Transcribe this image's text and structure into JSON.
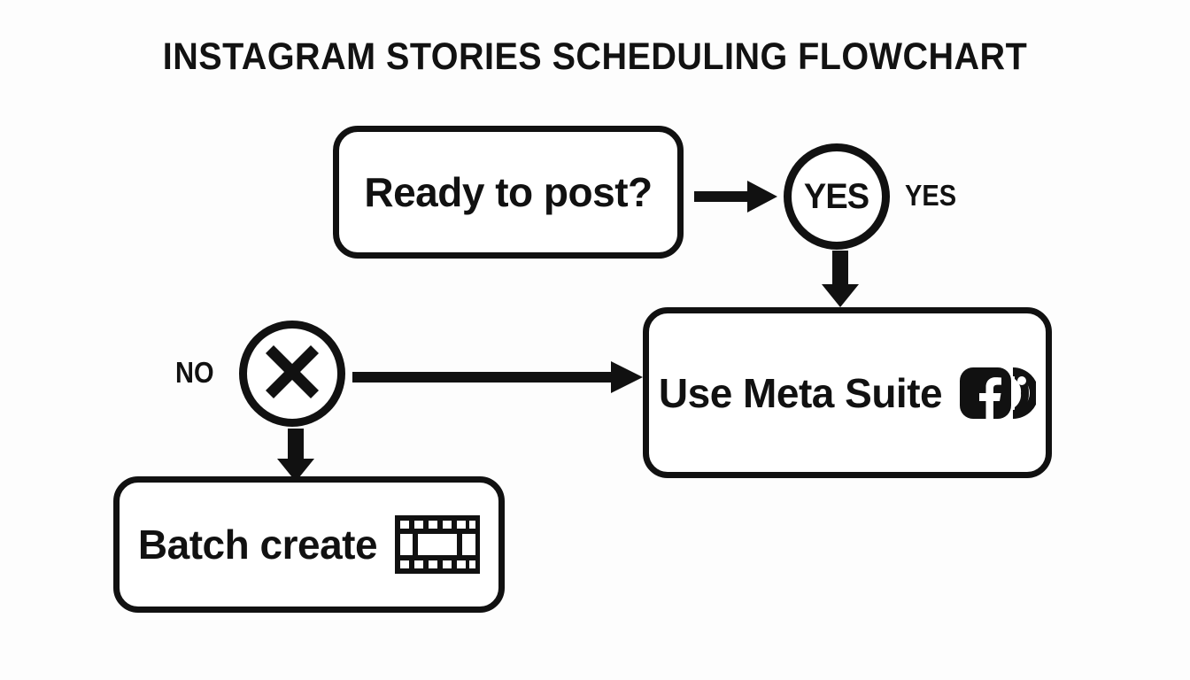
{
  "title": "INSTAGRAM STORIES SCHEDULING FLOWCHART",
  "colors": {
    "stroke": "#111111",
    "background": "#fdfdfd",
    "text": "#111111"
  },
  "nodes": {
    "start": {
      "label": "Ready to post?",
      "shape": "rounded-rect"
    },
    "decision_yes": {
      "label": "YES",
      "shape": "circle"
    },
    "decision_no": {
      "label": "X",
      "shape": "circle"
    },
    "meta": {
      "label": "Use Meta Suite",
      "shape": "rounded-rect",
      "icon": "facebook-messenger-icon"
    },
    "batch": {
      "label": "Batch create",
      "shape": "rounded-rect",
      "icon": "film-strip-icon"
    }
  },
  "edge_labels": {
    "yes": "YES",
    "no": "NO"
  },
  "edges": [
    {
      "from": "start",
      "to": "decision_yes",
      "direction": "right"
    },
    {
      "from": "decision_yes",
      "to": "meta",
      "direction": "down"
    },
    {
      "from": "decision_no",
      "to": "meta",
      "direction": "right"
    },
    {
      "from": "decision_no",
      "to": "batch",
      "direction": "down"
    }
  ]
}
